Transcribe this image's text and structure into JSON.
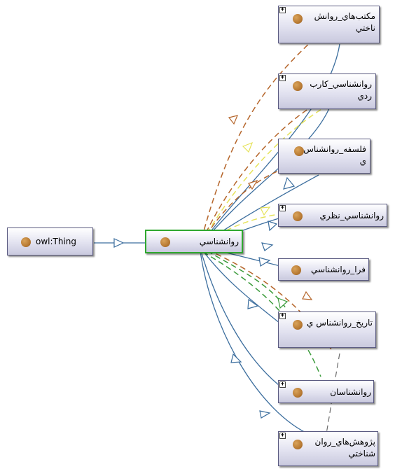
{
  "nodes": {
    "root": {
      "label": "owl:Thing"
    },
    "center": {
      "label": "روانشناسي"
    },
    "c1": {
      "label": "مكتب‌هاي_روانش ناختي"
    },
    "c2": {
      "label": "روانشناسي_كارب ردي"
    },
    "c3": {
      "label": "فلسفه_روانشناس ي"
    },
    "c4": {
      "label": "روانشناسي_نظري"
    },
    "c5": {
      "label": "فرا_روانشناسي"
    },
    "c6": {
      "label": "تاريخ_روانشناس ي"
    },
    "c7": {
      "label": "روانشناسان"
    },
    "c8": {
      "label": "پژوهش‌هاي_روان شناختي"
    }
  },
  "expand_symbol": "+",
  "colors": {
    "subclass_edge": "#3c6e9e",
    "dashed_brown": "#b5652a",
    "dashed_yellow": "#e6e35a",
    "dashed_green": "#3b9b3b",
    "selected_border": "#2fa82f"
  }
}
